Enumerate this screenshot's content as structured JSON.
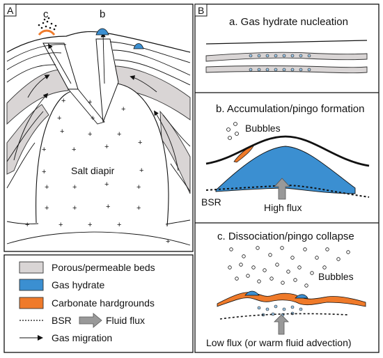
{
  "panels": {
    "A": {
      "label": "A",
      "marker_c": "c",
      "marker_b": "b",
      "salt_label": "Salt diapir"
    },
    "B": {
      "label": "B",
      "sub_a_title": "a. Gas hydrate nucleation",
      "sub_b_title": "b. Accumulation/pingo formation",
      "sub_b_bubbles": "Bubbles",
      "sub_b_bsr": "BSR",
      "sub_b_flux": "High flux",
      "sub_c_title": "c. Dissociation/pingo collapse",
      "sub_c_bubbles": "Bubbles",
      "sub_c_flux": "Low flux (or warm fluid advection)"
    }
  },
  "legend": {
    "porous": "Porous/permeable beds",
    "hydrate": "Gas hydrate",
    "carbonate": "Carbonate hardgrounds",
    "bsr": "BSR",
    "fluid_flux": "Fluid flux",
    "gas_migration": "Gas migration"
  },
  "colors": {
    "porous": "#d9d5d5",
    "hydrate": "#3b8fd1",
    "carbonate": "#ef7a2a",
    "line": "#111111"
  }
}
